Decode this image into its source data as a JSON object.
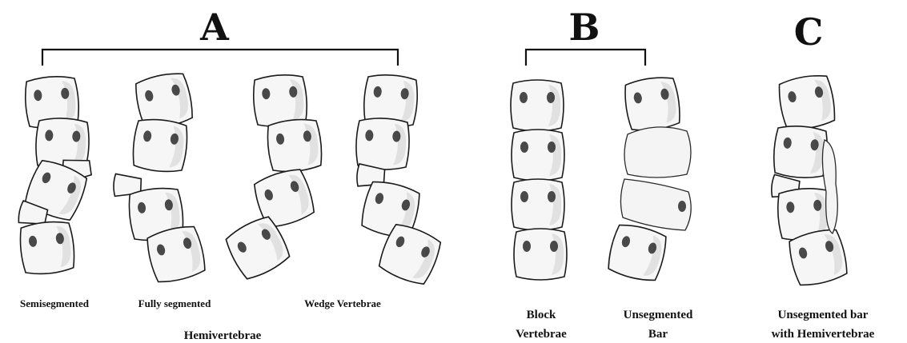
{
  "panels": {
    "a": {
      "letter": "A"
    },
    "b": {
      "letter": "B"
    },
    "c": {
      "letter": "C"
    }
  },
  "labels": {
    "semisegmented": "Semisegmented",
    "fully_segmented": "Fully segmented",
    "wedge_vertebrae": "Wedge Vertebrae",
    "hemivertebrae": "Hemivertebrae",
    "block_line1": "Block",
    "block_line2": "Vertebrae",
    "unseg_line1": "Unsegmented",
    "unseg_line2": "Bar",
    "c_line1": "Unsegmented bar",
    "c_line2": "with Hemivertebrae"
  }
}
